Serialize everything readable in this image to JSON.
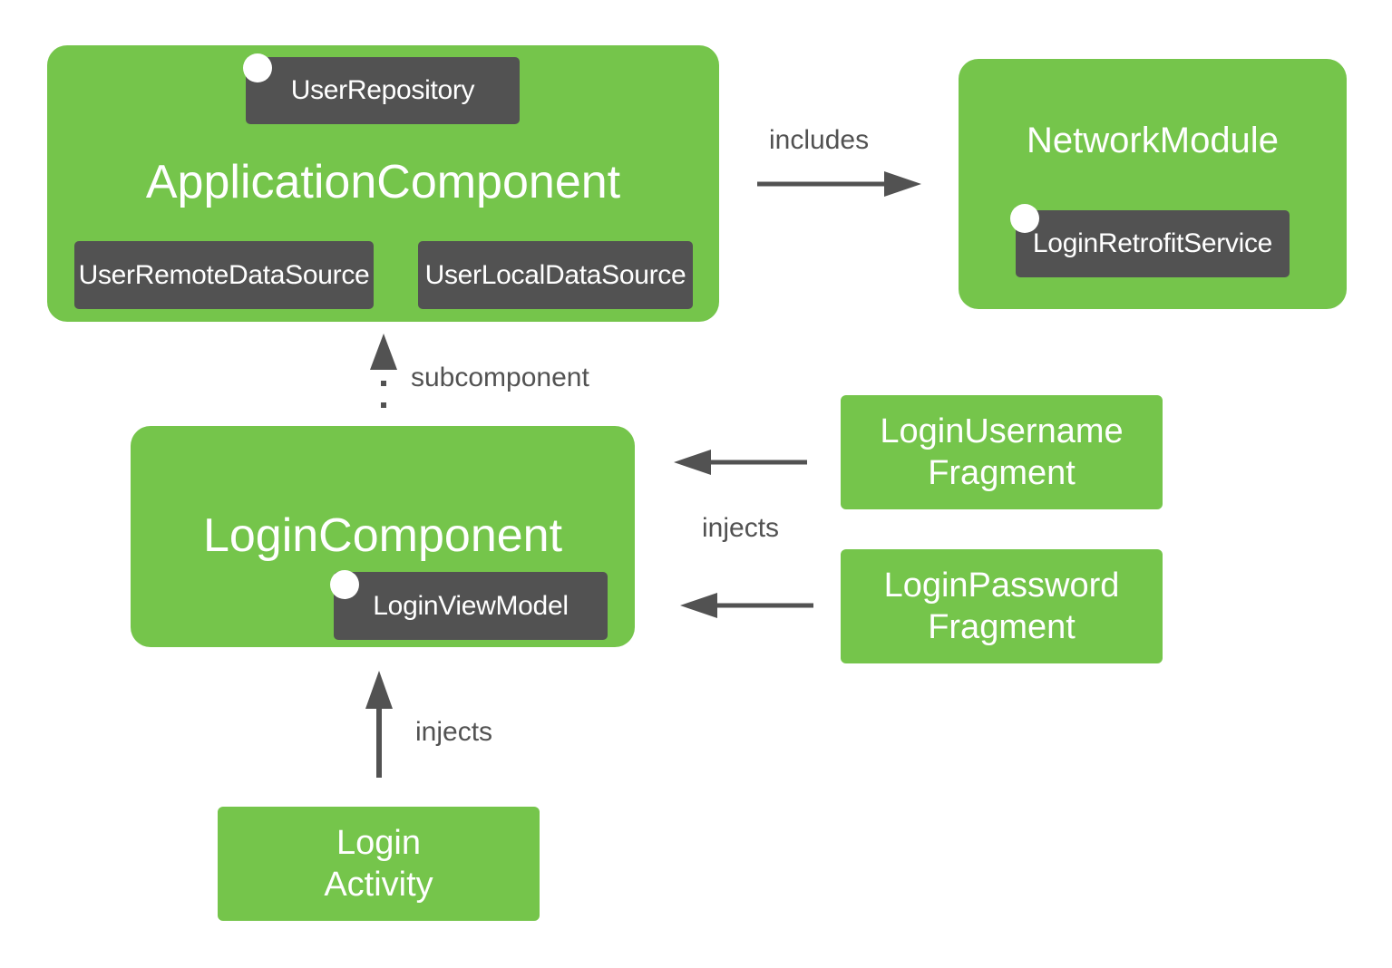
{
  "colors": {
    "node_fill": "#75c54b",
    "chip_fill": "#525252",
    "arrow": "#525252",
    "text_light": "#ffffff",
    "label_text": "#525252"
  },
  "nodes": {
    "application_component": {
      "title": "ApplicationComponent",
      "chips": {
        "user_repository": "UserRepository",
        "user_remote_data_source": "UserRemoteDataSource",
        "user_local_data_source": "UserLocalDataSource"
      }
    },
    "network_module": {
      "title": "NetworkModule",
      "chips": {
        "login_retrofit_service": "LoginRetrofitService"
      }
    },
    "login_component": {
      "title": "LoginComponent",
      "chips": {
        "login_view_model": "LoginViewModel"
      }
    },
    "login_username_fragment": {
      "line1": "LoginUsername",
      "line2": "Fragment"
    },
    "login_password_fragment": {
      "line1": "LoginPassword",
      "line2": "Fragment"
    },
    "login_activity": {
      "line1": "Login",
      "line2": "Activity"
    }
  },
  "edges": {
    "includes": "includes",
    "subcomponent": "subcomponent",
    "injects_fragments": "injects",
    "injects_activity": "injects"
  }
}
